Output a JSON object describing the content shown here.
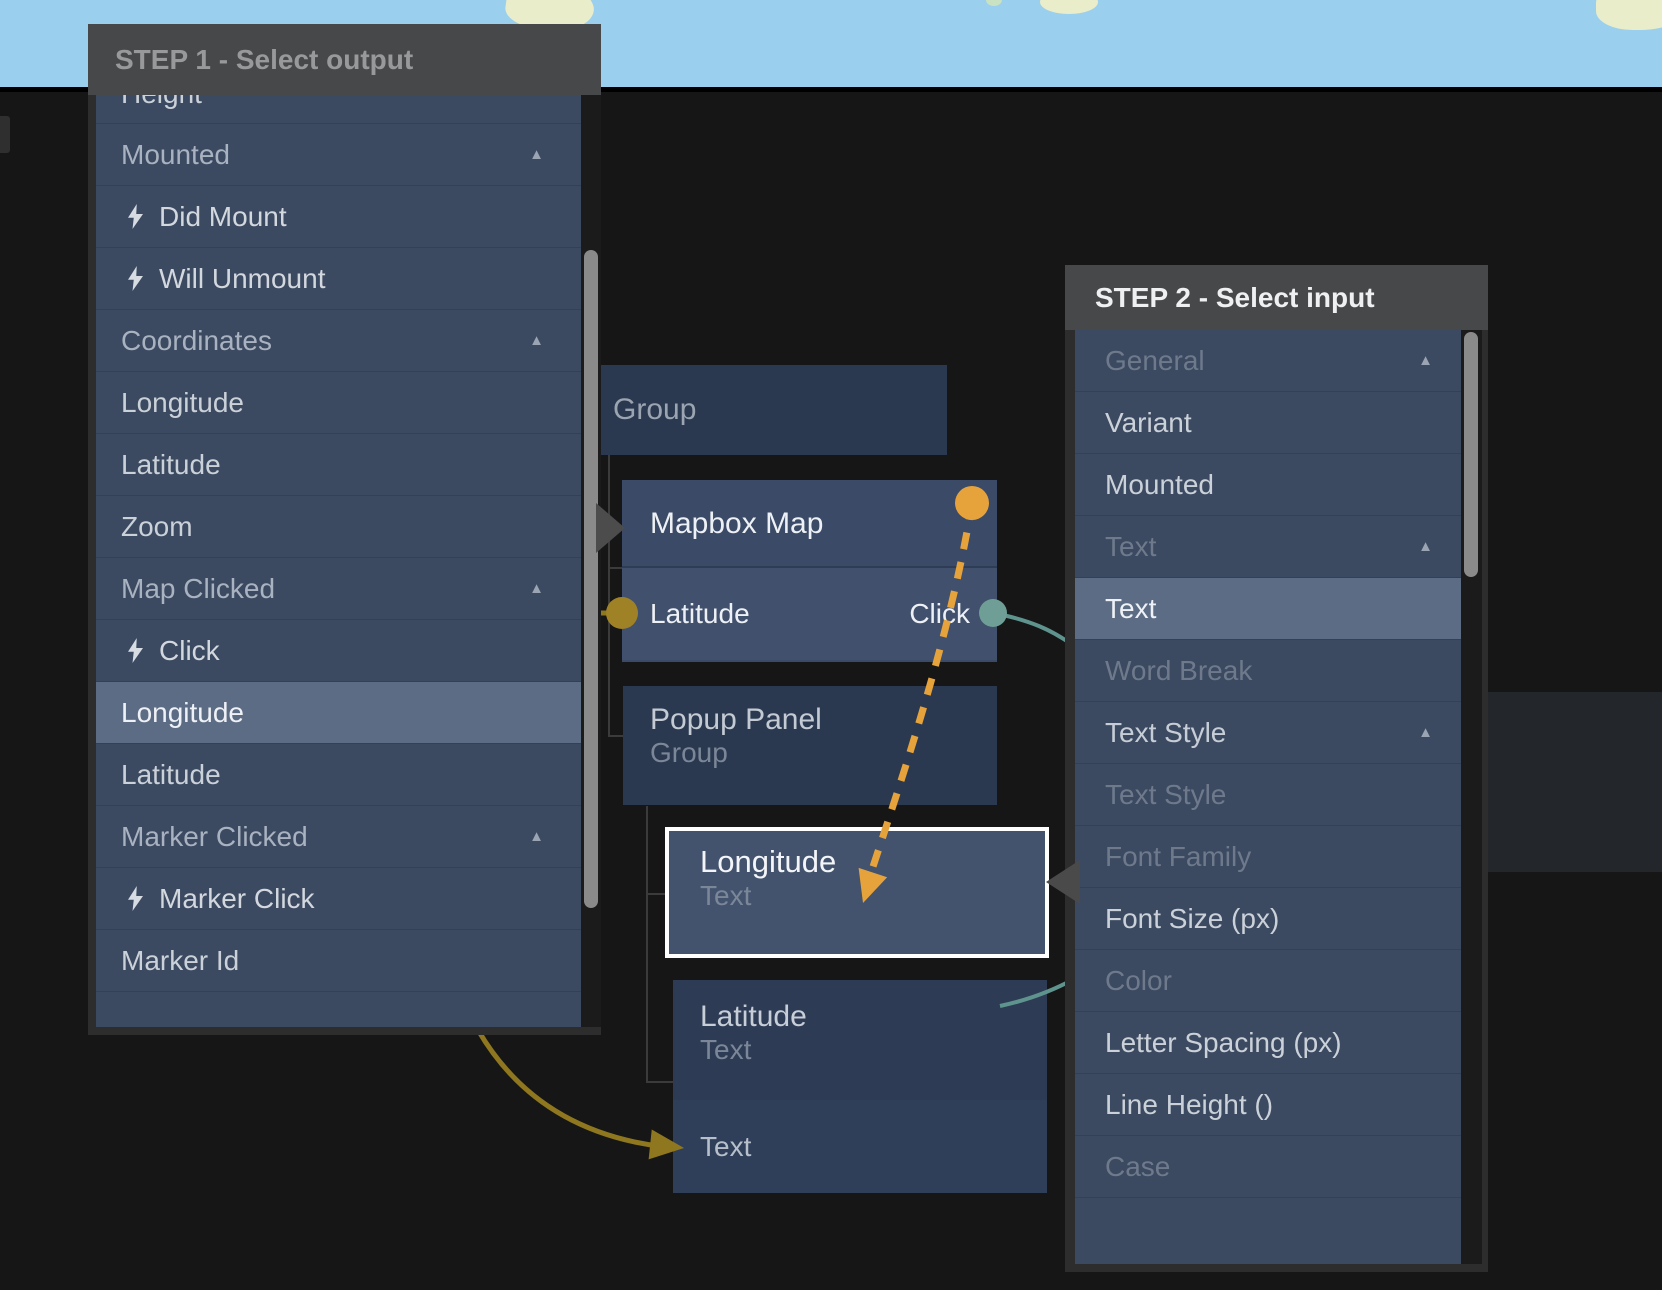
{
  "step1": {
    "title": "STEP 1 - Select output",
    "items": [
      {
        "label": "Height",
        "kind": "plain",
        "state": "partial"
      },
      {
        "label": "Mounted",
        "kind": "category",
        "arrow": true
      },
      {
        "label": "Did Mount",
        "kind": "event"
      },
      {
        "label": "Will Unmount",
        "kind": "event"
      },
      {
        "label": "Coordinates",
        "kind": "category",
        "arrow": true
      },
      {
        "label": "Longitude",
        "kind": "plain"
      },
      {
        "label": "Latitude",
        "kind": "plain"
      },
      {
        "label": "Zoom",
        "kind": "plain"
      },
      {
        "label": "Map Clicked",
        "kind": "category",
        "arrow": true
      },
      {
        "label": "Click",
        "kind": "event"
      },
      {
        "label": "Longitude",
        "kind": "plain",
        "state": "selected"
      },
      {
        "label": "Latitude",
        "kind": "plain"
      },
      {
        "label": "Marker Clicked",
        "kind": "category",
        "arrow": true
      },
      {
        "label": "Marker Click",
        "kind": "event"
      },
      {
        "label": "Marker Id",
        "kind": "plain"
      }
    ]
  },
  "step2": {
    "title": "STEP 2 - Select input",
    "items": [
      {
        "label": "General",
        "kind": "category",
        "state": "dim",
        "arrow": true
      },
      {
        "label": "Variant",
        "kind": "plain"
      },
      {
        "label": "Mounted",
        "kind": "plain"
      },
      {
        "label": "Text",
        "kind": "category",
        "state": "dim",
        "arrow": true
      },
      {
        "label": "Text",
        "kind": "plain",
        "state": "selected"
      },
      {
        "label": "Word Break",
        "kind": "plain",
        "state": "dim"
      },
      {
        "label": "Text Style",
        "kind": "category",
        "state": "bright",
        "arrow": true
      },
      {
        "label": "Text Style",
        "kind": "plain",
        "state": "dim"
      },
      {
        "label": "Font Family",
        "kind": "plain",
        "state": "dim"
      },
      {
        "label": "Font Size (px)",
        "kind": "plain"
      },
      {
        "label": "Color",
        "kind": "plain",
        "state": "dim"
      },
      {
        "label": "Letter Spacing (px)",
        "kind": "plain"
      },
      {
        "label": "Line Height ()",
        "kind": "plain"
      },
      {
        "label": "Case",
        "kind": "plain",
        "state": "dim"
      }
    ]
  },
  "nodes": {
    "group": {
      "title": "Group"
    },
    "mapbox": {
      "title": "Mapbox Map",
      "input_port": "Latitude",
      "output_port": "Click"
    },
    "popup": {
      "title": "Popup Panel",
      "subtitle": "Group"
    },
    "longitude": {
      "title": "Longitude",
      "subtitle": "Text"
    },
    "latitude": {
      "title": "Latitude",
      "subtitle": "Text",
      "input_port": "Text"
    }
  },
  "icons": {
    "category_collapse": "▲",
    "event_icon": "lightning-bolt"
  },
  "colors": {
    "map_water": "#9bcfee",
    "map_land": "#e9edc9",
    "selection": "#5d6c85",
    "wire_orange": "#e6a33c",
    "wire_olive": "#8f771f",
    "dot_olive": "#a08226",
    "wire_teal": "#5e948d",
    "dot_teal": "#6f9e97"
  }
}
